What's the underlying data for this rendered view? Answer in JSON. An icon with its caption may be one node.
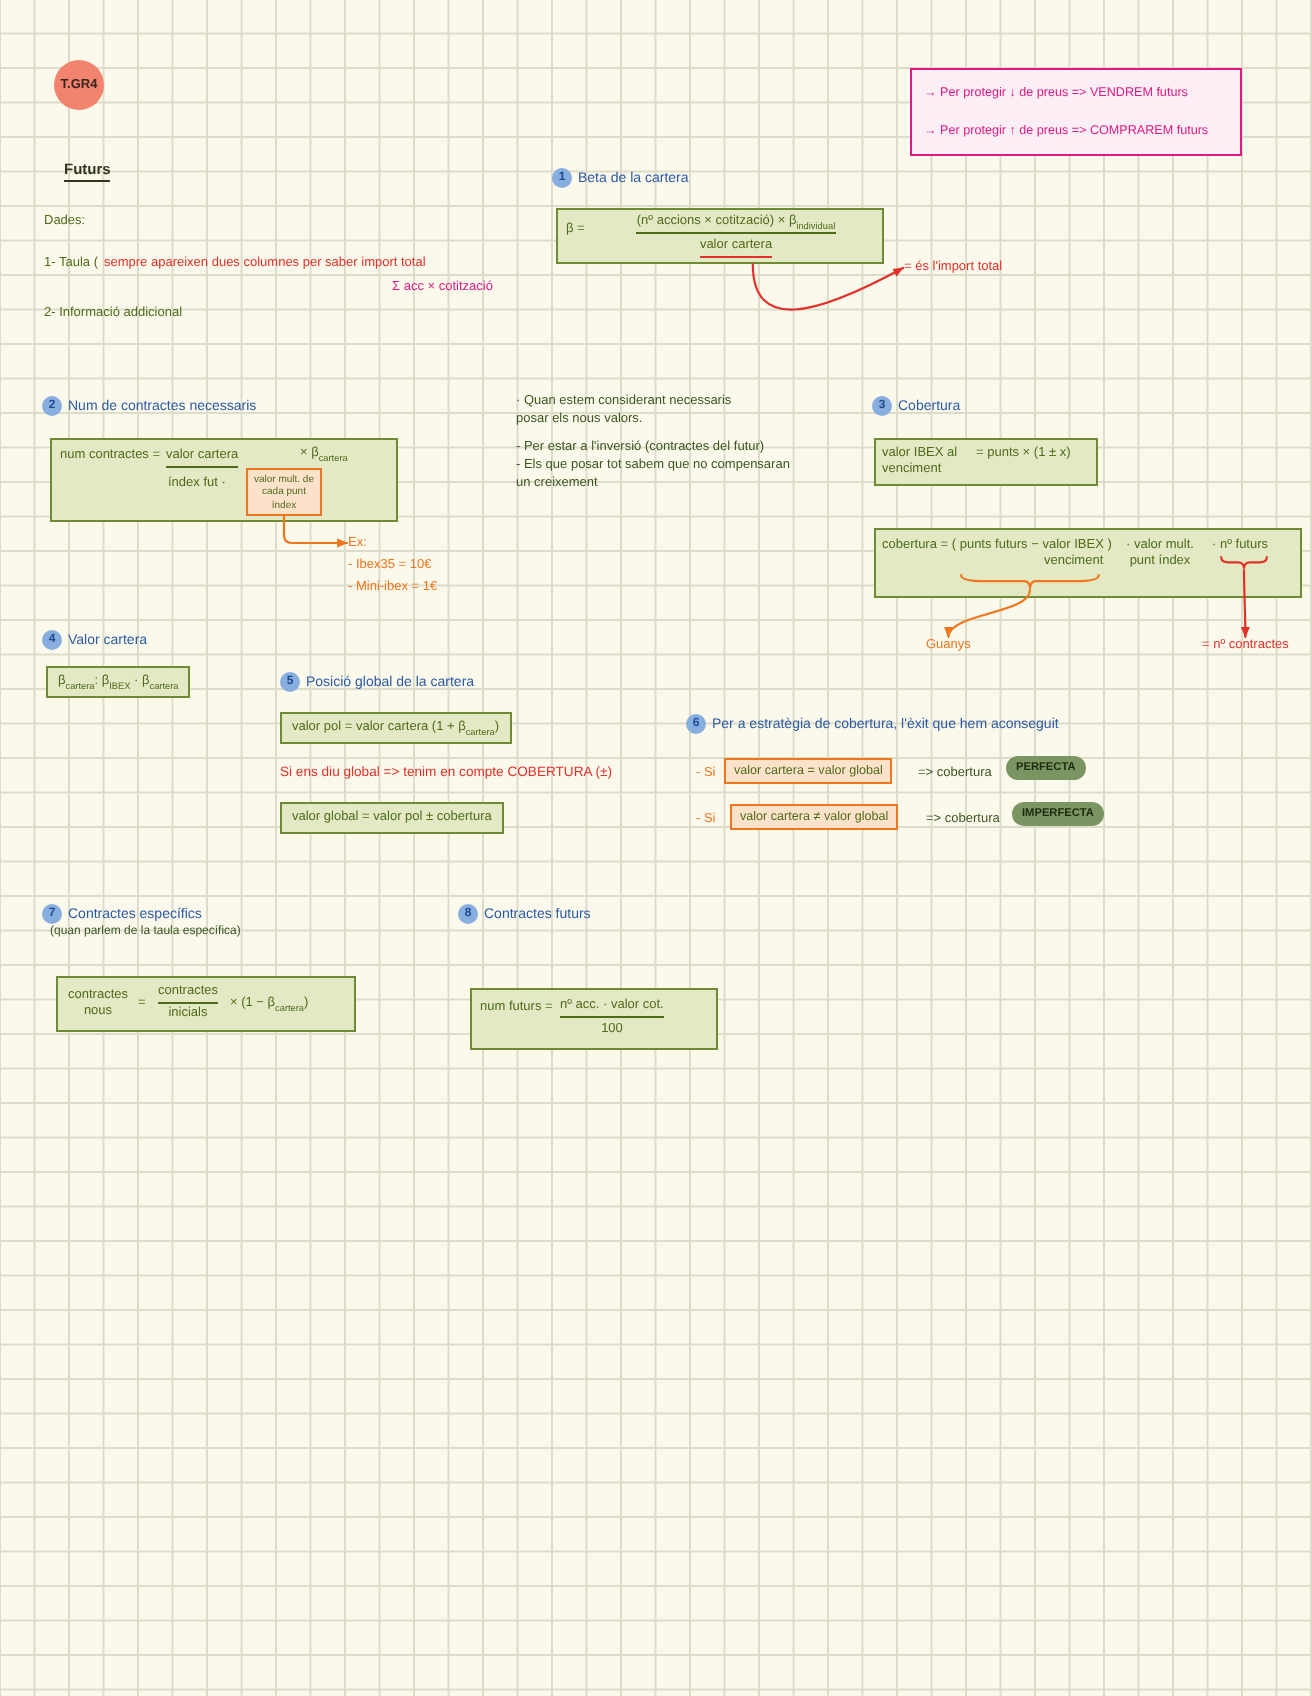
{
  "diagram": {
    "title": "Futurs",
    "nodes": [
      {
        "text": [
          "T.GR4"
        ]
      },
      {
        "text": [
          "→ Per protegir ↓ de preus => VENDREM futurs",
          "→ Per protegir ↑ de preus => COMPRAREM futurs"
        ]
      },
      {
        "text": [
          "1"
        ],
        "beside": [
          "Beta de la cartera"
        ]
      },
      {
        "text": [
          "β =",
          "(nº accions × cotització) × β$_{individual}$",
          "valor cartera"
        ]
      },
      {
        "text": [
          "= és l'import total"
        ]
      },
      {
        "text": [
          "2"
        ],
        "beside": [
          "Num de contractes necessaris"
        ]
      },
      {
        "text": [
          "num contractes =",
          "valor cartera",
          "× β$_{cartera}$",
          "índex fut ·"
        ]
      },
      {
        "text": [
          "valor mult. de cada punt índex"
        ],
        "in": 6
      },
      {
        "text": [
          "Ex:",
          "- Ibex35 = 10€",
          "- Mini-ibex = 1€"
        ]
      },
      {
        "text": [
          "3"
        ],
        "beside": [
          "Cobertura"
        ]
      },
      {
        "text": [
          "valor IBEX al venciment",
          "= punts × (1 ± x)"
        ]
      },
      {
        "text": [
          "cobertura = ( punts futurs − valor IBEX )",
          "venciment",
          "· valor mult. punt índex",
          "· nº futurs"
        ]
      },
      {
        "text": [],
        "shape": "brace",
        "in": 11
      },
      {
        "text": [],
        "shape": "brace",
        "in": 11
      },
      {
        "text": [
          "Guanys"
        ]
      },
      {
        "text": [
          "= nº contractes"
        ]
      },
      {
        "text": [
          "4"
        ],
        "beside": [
          "Valor cartera"
        ]
      },
      {
        "text": [
          "β$_{cartera}$: β$_{IBEX}$ · β$_{cartera}$"
        ]
      },
      {
        "text": [
          "5"
        ],
        "beside": [
          "Posició global de la cartera"
        ]
      },
      {
        "text": [
          "valor pol = valor cartera (1 + β$_{cartera}$)"
        ]
      },
      {
        "text": [
          "valor global = valor pol ± cobertura"
        ]
      },
      {
        "text": [
          "6"
        ],
        "beside": [
          "Per a estratègia de cobertura, l'èxit que hem aconseguit"
        ]
      },
      {
        "text": [
          "valor cartera = valor global"
        ]
      },
      {
        "text": [
          "PERFECTA"
        ]
      },
      {
        "text": [
          "valor cartera ≠ valor global"
        ]
      },
      {
        "text": [
          "IMPERFECTA"
        ]
      },
      {
        "text": [
          "7"
        ],
        "beside": [
          "Contractes específics"
        ]
      },
      {
        "text": [
          "contractes nous",
          "=",
          "contractes",
          "inicials",
          "× (1 − β$_{cartera}$)"
        ]
      },
      {
        "text": [
          "8"
        ],
        "beside": [
          "Contractes futurs"
        ]
      },
      {
        "text": [
          "num futurs =",
          "nº acc. · valor cot.",
          "100"
        ]
      }
    ],
    "edges": [
      {
        "from": 3,
        "to": 4,
        "arrow": "to",
        "color": "#e2302a"
      },
      {
        "from": 7,
        "to": 8,
        "arrow": "to",
        "color": "#ef761d"
      },
      {
        "from": 12,
        "to": 14,
        "arrow": "to",
        "color": "#ef761d"
      },
      {
        "from": 13,
        "to": 15,
        "arrow": "to",
        "color": "#e2302a"
      }
    ],
    "labels": [
      "Dades:",
      "1- Taula (",
      "sempre apareixen dues columnes per saber import total",
      "Σ acc × cotització",
      "2- Informació addicional",
      "· Quan estem considerant necessaris posar els nous valors.",
      "- Per estar a l'inversió (contractes del futur)",
      "- Els que posar tot sabem que no compensaran un creixement",
      "Si ens diu global => tenim en compte COBERTURA (±)",
      "- Si",
      "=> cobertura",
      "- Si",
      "=> cobertura",
      "(quan parlem de la taula específica)"
    ]
  }
}
